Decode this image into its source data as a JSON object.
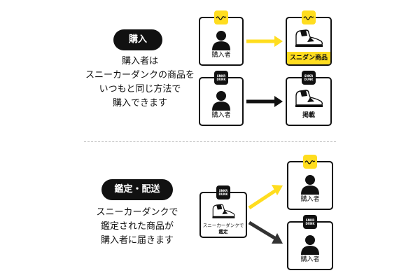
{
  "purchase": {
    "pill_label": "購入",
    "description_lines": [
      "購入者は",
      "スニーカーダンクの商品を",
      "いつもと同じ方法で",
      "購入できます"
    ],
    "buyer_card_top": {
      "label": "購入者",
      "badge": "yellow-logo-badge"
    },
    "buyer_card_bottom": {
      "label": "購入者",
      "badge": "snkrdunk-badge"
    },
    "result_card_top": {
      "label": "スニダン商品",
      "badge": "yellow-logo-badge"
    },
    "result_card_bottom": {
      "label": "掲載",
      "badge": "snkrdunk-badge"
    }
  },
  "inspection": {
    "pill_label": "鑑定・配送",
    "description_lines": [
      "スニーカーダンクで",
      "鑑定された商品が",
      "購入者に届きます"
    ],
    "source_card": {
      "label_lines": [
        "スニーカーダンクで",
        "鑑定"
      ],
      "badge": "snkrdunk-badge"
    },
    "dest_card_top": {
      "label": "購入者",
      "badge": "yellow-logo-badge"
    },
    "dest_card_bottom": {
      "label": "購入者",
      "badge": "snkrdunk-badge"
    }
  },
  "badges": {
    "snkrdunk_lines": [
      "SNKR",
      "DUNK"
    ]
  },
  "colors": {
    "accent_yellow": "#ffdd1f",
    "dark": "#111111",
    "arrow_dark": "#333333",
    "divider": "#bdbdbd"
  },
  "icons": [
    "person-icon",
    "sneaker-icon",
    "arrow-right-icon"
  ]
}
